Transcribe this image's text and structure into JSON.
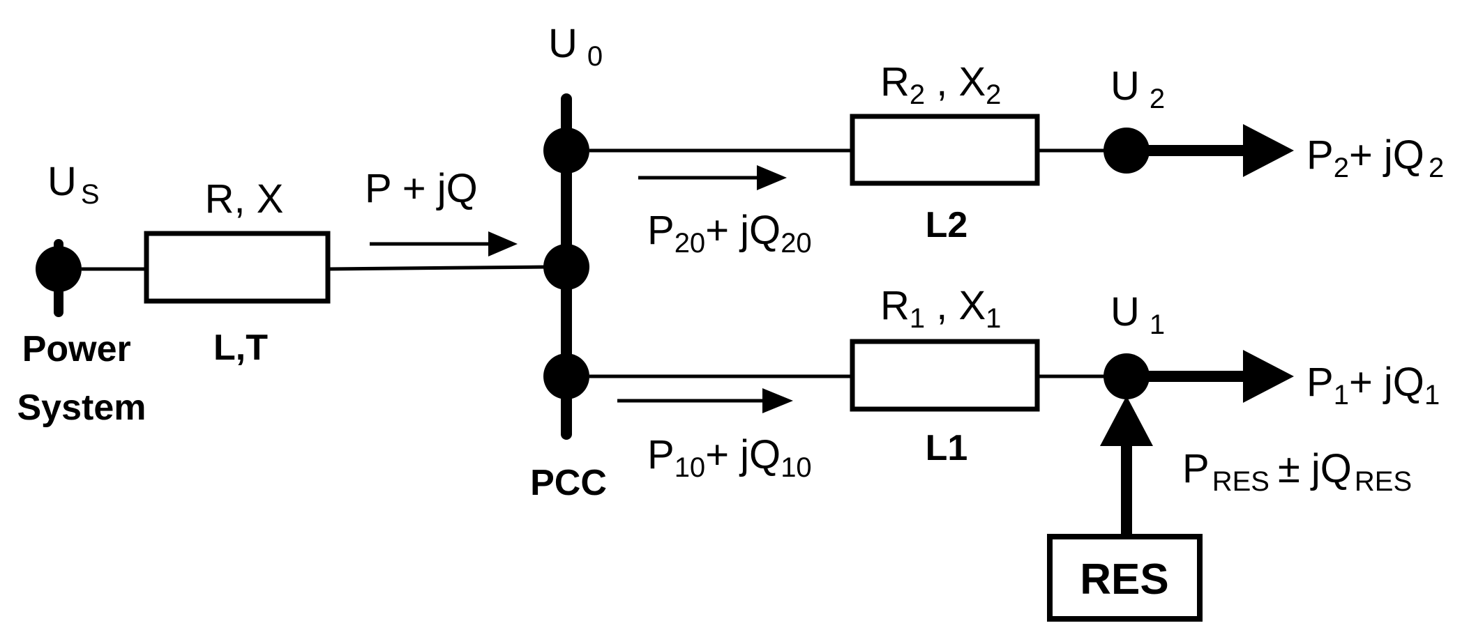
{
  "colors": {
    "ink": "#000000",
    "background": "#ffffff"
  },
  "nodes": {
    "us": {
      "main": "U",
      "sub": "S"
    },
    "u0": {
      "main": "U",
      "sub": "0"
    },
    "u1": {
      "main": "U",
      "sub": "1"
    },
    "u2": {
      "main": "U",
      "sub": "2"
    }
  },
  "labels": {
    "power_system_1": "Power",
    "power_system_2": "System",
    "pcc": "PCC",
    "res": "RES"
  },
  "branches": {
    "lt": {
      "impedance": "R, X",
      "name": "L,T"
    },
    "l1": {
      "r": "R",
      "r_sub": "1",
      "sep": " , ",
      "x": "X",
      "x_sub": "1",
      "name": "L1"
    },
    "l2": {
      "r": "R",
      "r_sub": "2",
      "sep": " , ",
      "x": "X",
      "x_sub": "2",
      "name": "L2"
    }
  },
  "flows": {
    "main": "P + jQ",
    "f20": {
      "p": "P",
      "p_sub": "20",
      "mid": "+ jQ",
      "q_sub": "20"
    },
    "f10": {
      "p": "P",
      "p_sub": "10",
      "mid": "+ jQ",
      "q_sub": "10"
    },
    "load2": {
      "p": "P",
      "p_sub": "2",
      "mid": "+ jQ",
      "q_sub": "2"
    },
    "load1": {
      "p": "P",
      "p_sub": "1",
      "mid": "+ jQ",
      "q_sub": "1"
    },
    "res": {
      "p": "P",
      "p_sub": "RES",
      "mid": "± jQ",
      "q_sub": "RES"
    }
  }
}
